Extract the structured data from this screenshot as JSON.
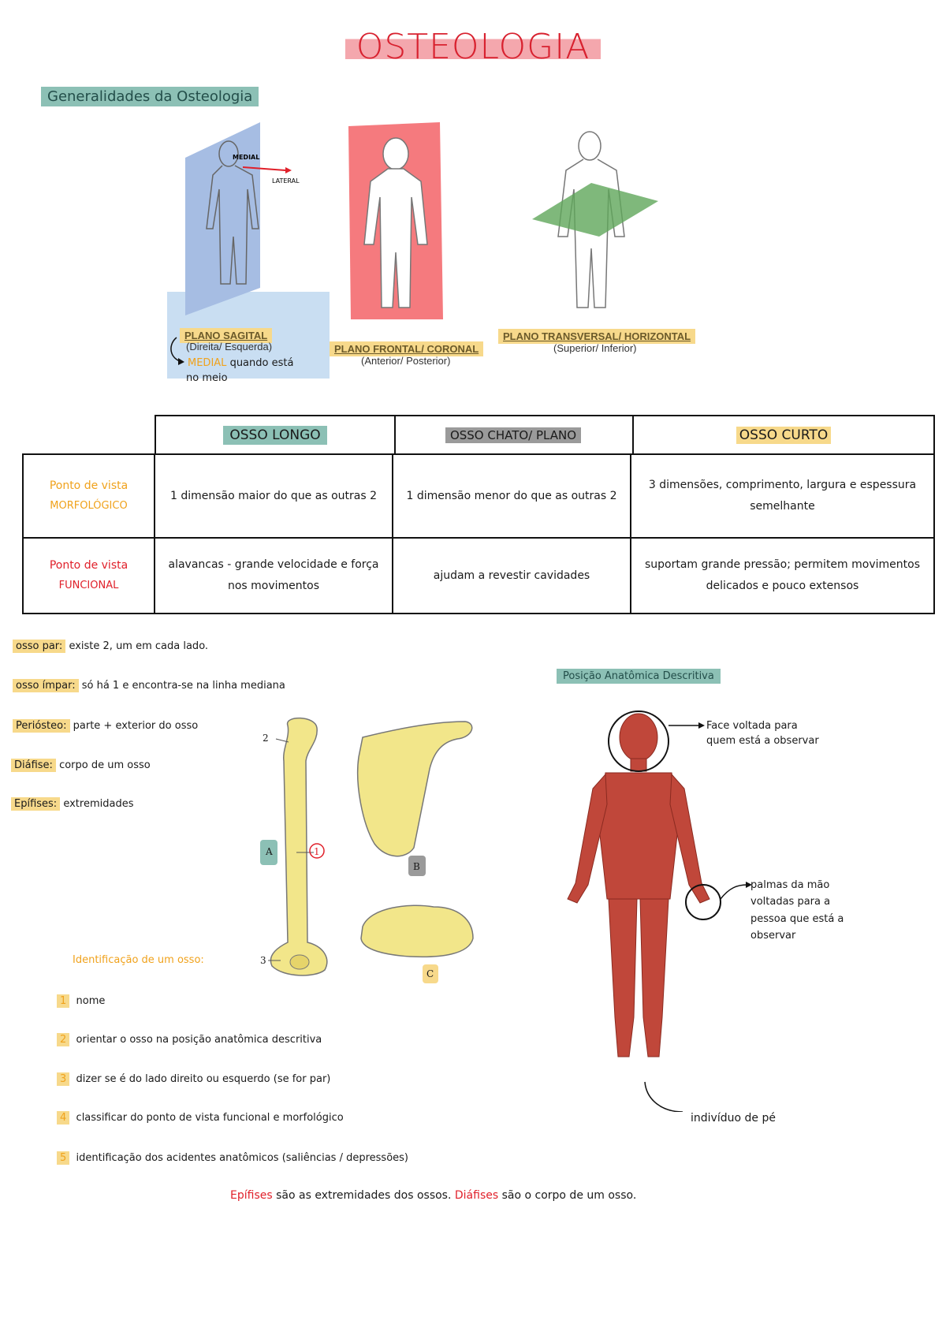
{
  "title": "OSTEOLOGIA",
  "section_generalidades": "Generalidades da Osteologia",
  "planes": {
    "sagital": {
      "label": "PLANO SAGITAL",
      "sub": "(Direita/ Esquerda)",
      "medial_tag": "MEDIAL",
      "lateral_tag": "LATERAL"
    },
    "frontal": {
      "label": "PLANO FRONTAL/ CORONAL",
      "sub": "(Anterior/ Posterior)"
    },
    "transversal": {
      "label": "PLANO TRANSVERSAL/ HORIZONTAL",
      "sub": "(Superior/ Inferior)"
    },
    "medial_note_word": "MEDIAL",
    "medial_note_rest": "quando está",
    "medial_note_line2": "no meio"
  },
  "table": {
    "headers": [
      "OSSO LONGO",
      "OSSO CHATO/ PLANO",
      "OSSO CURTO"
    ],
    "rows": [
      {
        "label_l1": "Ponto de vista",
        "label_l2": "MORFOLÓGICO",
        "cells": [
          "1 dimensão maior do que as outras 2",
          "1 dimensão menor do que as outras 2",
          "3 dimensões, comprimento, largura e espessura semelhante"
        ]
      },
      {
        "label_l1": "Ponto de vista",
        "label_l2": "FUNCIONAL",
        "cells": [
          "alavancas - grande velocidade e força nos movimentos",
          "ajudam a revestir cavidades",
          "suportam grande pressão; permitem movimentos delicados e pouco extensos"
        ]
      }
    ]
  },
  "terms": [
    {
      "term": "osso par:",
      "def": "existe 2, um em cada lado."
    },
    {
      "term": "osso ímpar:",
      "def": "só há 1 e encontra-se na linha mediana"
    },
    {
      "term": "Periósteo:",
      "def": "parte + exterior do osso"
    },
    {
      "term": "Diáfise:",
      "def": "corpo de um osso"
    },
    {
      "term": "Epífises:",
      "def": "extremidades"
    }
  ],
  "bone_labels": {
    "a": "A",
    "b": "B",
    "c": "C",
    "n1": "1",
    "n2": "2",
    "n3": "3"
  },
  "posicao": {
    "title": "Posição Anatômica Descritiva",
    "face": "Face voltada para quem está a observar",
    "palmas": "palmas da mão voltadas para a pessoa que está a observar",
    "pe": "indivíduo de pé"
  },
  "identificacao": {
    "title": "Identificação de um osso:",
    "steps": [
      {
        "num": "1",
        "text": "nome"
      },
      {
        "num": "2",
        "text": "orientar o osso na posição anatômica descritiva"
      },
      {
        "num": "3",
        "text": "dizer se é do lado direito ou esquerdo (se for par)"
      },
      {
        "num": "4",
        "text": "classificar do ponto de vista funcional e morfológico"
      },
      {
        "num": "5",
        "text": "identificação dos acidentes anatômicos (saliências / depressões)"
      }
    ]
  },
  "footer": {
    "w1": "Epífises",
    "t1": "são as extremidades dos ossos.",
    "w2": "Diáfises",
    "t2": "são o corpo de um osso."
  },
  "colors": {
    "red": "#e0202a",
    "orange": "#f0a21c",
    "teal": "#8cc0b5",
    "yellow": "#f7d98b",
    "blue_plane": "#a6bde3",
    "red_plane": "#f57a7e",
    "green_plane": "#5fa65a",
    "bone": "#f2e68a",
    "muscle": "#c0473a"
  }
}
